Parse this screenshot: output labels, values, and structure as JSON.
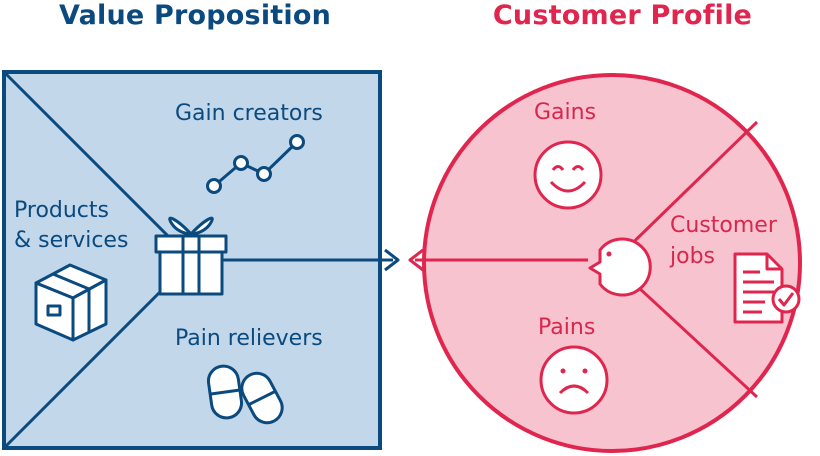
{
  "value_proposition": {
    "title": "Value Proposition",
    "gain_creators": "Gain creators",
    "products_services_line1": "Products",
    "products_services_line2": "& services",
    "pain_relievers": "Pain relievers"
  },
  "customer_profile": {
    "title": "Customer Profile",
    "gains": "Gains",
    "customer_jobs_line1": "Customer",
    "customer_jobs_line2": "jobs",
    "pains": "Pains"
  },
  "colors": {
    "value_blue": "#0b4a7f",
    "value_fill": "#c2d7ea",
    "customer_red": "#e0264e",
    "customer_fill": "#f7c3cf"
  },
  "icons": [
    "gift-icon",
    "line-chart-icon",
    "box-icon",
    "pills-icon",
    "smiley-icon",
    "sad-face-icon",
    "customer-head-icon",
    "document-check-icon",
    "arrow-icon"
  ]
}
